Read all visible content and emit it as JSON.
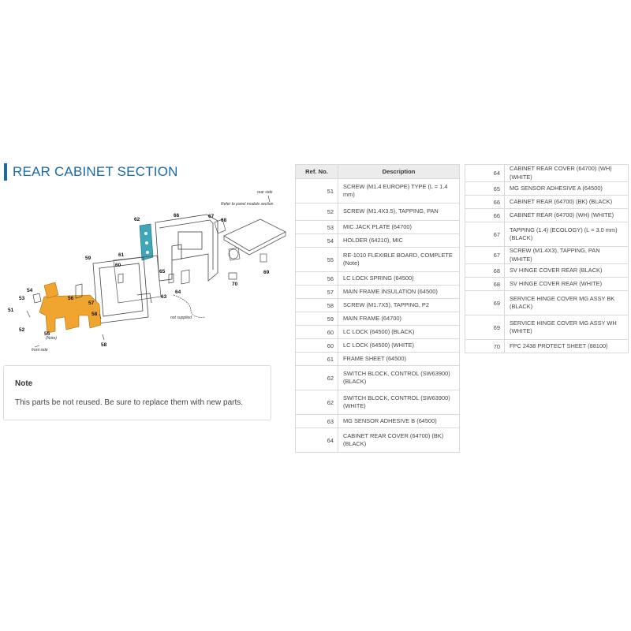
{
  "section": {
    "title": "REAR CABINET SECTION"
  },
  "note": {
    "title": "Note",
    "body": "This parts be not reused. Be sure to replace them with new parts."
  },
  "diagram": {
    "labels": [
      "51",
      "52",
      "53",
      "54",
      "55",
      "56",
      "57",
      "58",
      "58",
      "59",
      "60",
      "61",
      "62",
      "63",
      "64",
      "65",
      "66",
      "67",
      "68",
      "69",
      "70"
    ],
    "annotations": {
      "rear_side": "rear side",
      "refer": "Refer to panel module section",
      "not_supplied": "not supplied",
      "note": "(Note)",
      "front_side": "front side"
    },
    "colors": {
      "highlight_orange": "#f0a530",
      "highlight_teal": "#3fa6b8"
    }
  },
  "table": {
    "headers": {
      "ref": "Ref. No.",
      "desc": "Description"
    },
    "left_rows": [
      {
        "ref": "51",
        "desc": "SCREW (M1.4 EUROPE) TYPE (L = 1.4 mm)"
      },
      {
        "ref": "52",
        "desc": "SCREW (M1.4X3.5), TAPPING, PAN"
      },
      {
        "ref": "53",
        "desc": "MIC JACK PLATE (64700)"
      },
      {
        "ref": "54",
        "desc": "HOLDER (64210), MIC"
      },
      {
        "ref": "55",
        "desc": "RE-1010 FLEXIBLE BOARD, COMPLETE (Note)"
      },
      {
        "ref": "56",
        "desc": "LC LOCK SPRING (64500)"
      },
      {
        "ref": "57",
        "desc": "MAIN FRAME INSULATION (64500)"
      },
      {
        "ref": "58",
        "desc": "SCREW (M1.7X5), TAPPING, P2"
      },
      {
        "ref": "59",
        "desc": "MAIN FRAME (64700)"
      },
      {
        "ref": "60",
        "desc": "LC LOCK (64500) (BLACK)"
      },
      {
        "ref": "60",
        "desc": "LC LOCK (64500) (WHITE)"
      },
      {
        "ref": "61",
        "desc": "FRAME SHEET (64500)"
      },
      {
        "ref": "62",
        "desc": "SWITCH BLOCK, CONTROL (SW63900) (BLACK)"
      },
      {
        "ref": "62",
        "desc": "SWITCH BLOCK, CONTROL (SW63900) (WHITE)"
      },
      {
        "ref": "63",
        "desc": "MG SENSOR ADHESIVE B (64500)"
      },
      {
        "ref": "64",
        "desc": "CABINET REAR COVER (64700) (BK) (BLACK)"
      }
    ],
    "right_rows": [
      {
        "ref": "64",
        "desc": "CABINET REAR COVER (64700) (WH) (WHITE)"
      },
      {
        "ref": "65",
        "desc": "MG SENSOR ADHESIVE A (64500)"
      },
      {
        "ref": "66",
        "desc": "CABINET REAR (64700) (BK) (BLACK)"
      },
      {
        "ref": "66",
        "desc": "CABINET REAR (64700) (WH) (WHITE)"
      },
      {
        "ref": "67",
        "desc": "TAPPING (1.4) (ECOLOGY) (L = 3.0 mm) (BLACK)"
      },
      {
        "ref": "67",
        "desc": "SCREW (M1.4X3), TAPPING, PAN (WHITE)"
      },
      {
        "ref": "68",
        "desc": "SV HINGE COVER REAR (BLACK)"
      },
      {
        "ref": "68",
        "desc": "SV HINGE COVER REAR (WHITE)"
      },
      {
        "ref": "69",
        "desc": "SERVICE HINGE COVER MG ASSY BK (BLACK)"
      },
      {
        "ref": "69",
        "desc": "SERVICE HINGE COVER MG ASSY WH (WHITE)"
      },
      {
        "ref": "70",
        "desc": "FPC 2438 PROTECT SHEET (88100)"
      }
    ]
  }
}
